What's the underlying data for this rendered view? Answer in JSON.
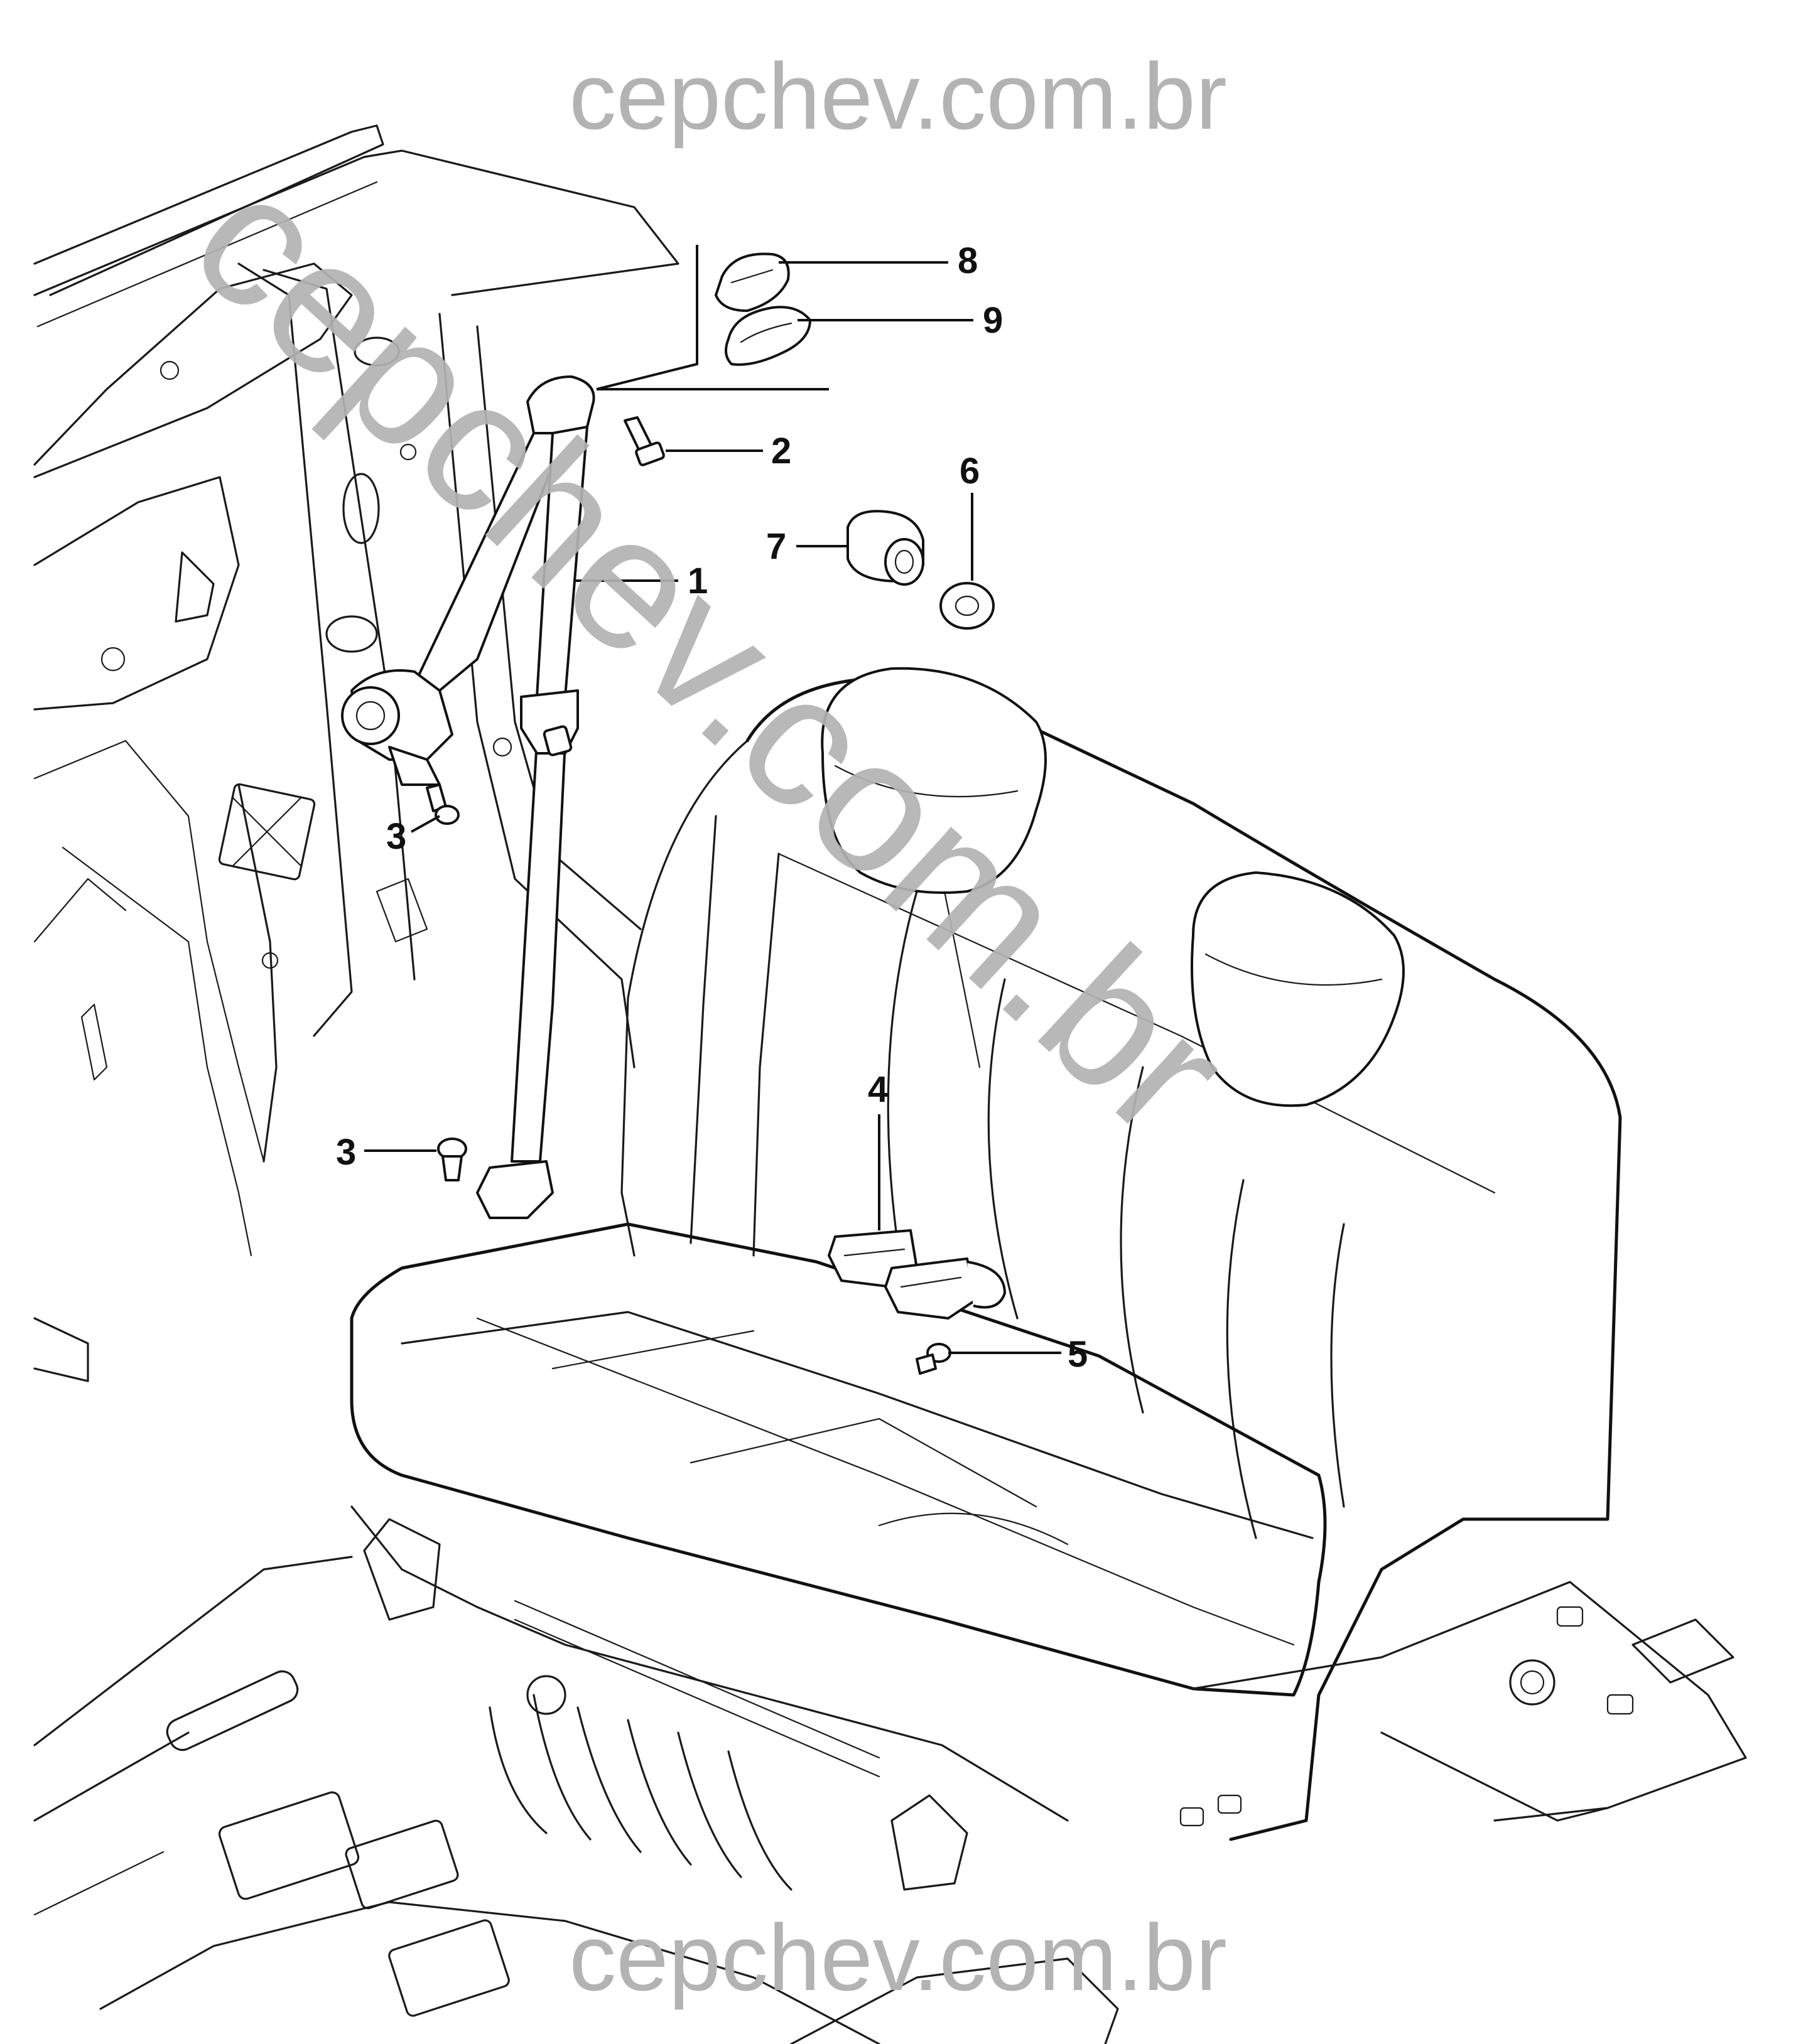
{
  "watermarks": {
    "top": "cepchev.com.br",
    "diagonal": "cepchev.com.br",
    "bottom": "cepchev.com.br"
  },
  "callouts": [
    {
      "id": "1",
      "label": "1"
    },
    {
      "id": "2",
      "label": "2"
    },
    {
      "id": "3a",
      "label": "3"
    },
    {
      "id": "3b",
      "label": "3"
    },
    {
      "id": "4",
      "label": "4"
    },
    {
      "id": "5",
      "label": "5"
    },
    {
      "id": "6",
      "label": "6"
    },
    {
      "id": "7",
      "label": "7"
    },
    {
      "id": "8",
      "label": "8"
    },
    {
      "id": "9",
      "label": "9"
    }
  ],
  "colors": {
    "line": "#111111",
    "watermark": "#b3b3b3",
    "background": "#ffffff"
  }
}
